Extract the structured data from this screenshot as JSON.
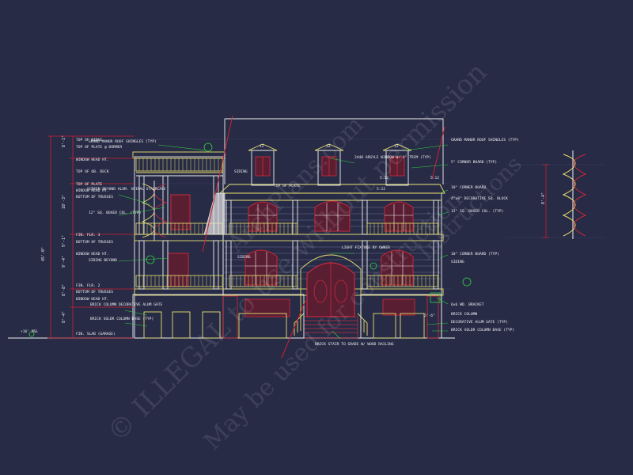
{
  "colors": {
    "background": "#272b46",
    "wall": "#f0f0f0",
    "trim": "#e8e070",
    "window": "#c8283a",
    "dimension": "#d02030",
    "leader": "#30d040",
    "text": "#f0f0f0",
    "grid": "#3d4263"
  },
  "labels_left": [
    "TOP OF RIDGE",
    "TOP OF PLATE @ DORMER",
    "WINDOW HEAD HT.",
    "TOP OF OB. DECK",
    "TOP OF PLATE",
    "WINDOW HEAD HT.",
    "BOTTOM OF TRUSSES",
    "FIN. FLR. 3",
    "BOTTOM OF TRUSSES",
    "WINDOW HEAD HT.",
    "FIN. FLR. 2",
    "BOTTOM OF TRUSSES",
    "WINDOW HEAD HT.",
    "FIN. SLAB (GARAGE)"
  ],
  "notes_left": [
    "GRAND MANOR ROOF SHINGLES (TYP)",
    "SCREEN BEYOND ALUM. SPIRAL STAIRCASE",
    "12\" SQ. BOXED COL. (TYP)",
    "SIDING BEYOND",
    "BRICK COLUMN DECORATIVE ALUM GATE",
    "BRICK SOLDR COLUMN BASE (TYP)"
  ],
  "notes_center": [
    "SIDING",
    "TOP OF PLATE",
    "2440 ARGYLE WINDOW W/ 4\" TRIM (TYP)",
    "5:12",
    "LIGHT FIXTURE BY OWNER",
    "SIDING",
    "BRICK STAIR TO GRADE W/ WOOD RAILING"
  ],
  "notes_right": [
    "GRAND MANOR ROOF SHINGLES (TYP)",
    "5\" CORNER BOARD (TYP)",
    "10\" CORNER BOARD",
    "4\"x8\" DECORATIVE SQ. BLOCK",
    "12\" SQ. BOXED COL. (TYP)",
    "10\" CORNER BOARD (TYP)",
    "SIDING",
    "6x6 WD. BRACKET",
    "BRICK COLUMN",
    "DECORATIVE ALUM GATE (TYP)",
    "BRICK SOLDR COLUMN BASE (TYP)"
  ],
  "dimensions_left": [
    "8'-1\"",
    "10'-3\"",
    "9'-4\"",
    "9'-1\"",
    "8'-8\"",
    "8'-4\"",
    "45'-0\""
  ],
  "slope_labels": [
    "12",
    "12",
    "12",
    "5:12",
    "5:12"
  ],
  "grade_mark": "+16' MSL",
  "right_dim": "8'-4\"",
  "dim_2ft": "2'-6\"",
  "watermark_lines": [
    "© ILLEGAL to use without permission",
    "ArchPlans.com",
    "May be used for construction",
    "Instructions"
  ]
}
